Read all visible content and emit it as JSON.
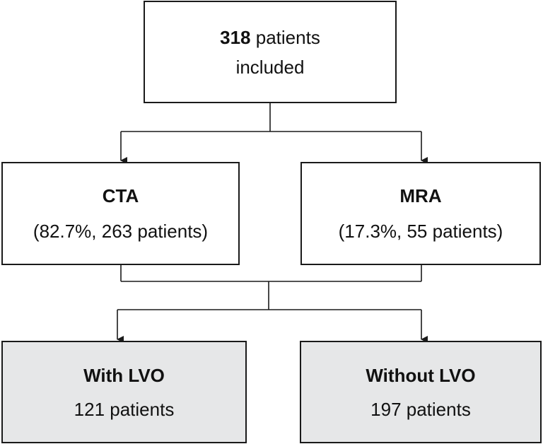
{
  "nodes": {
    "included": {
      "count": "318",
      "text_1": "patients",
      "text_2": "included"
    },
    "cta": {
      "title": "CTA",
      "detail": "(82.7%, 263 patients)"
    },
    "mra": {
      "title": "MRA",
      "detail": "(17.3%, 55 patients)"
    },
    "with_lvo": {
      "title": "With LVO",
      "detail": "121 patients"
    },
    "without_lvo": {
      "title": "Without LVO",
      "detail": "197 patients"
    }
  },
  "edges": [
    {
      "from": "included",
      "to": "cta"
    },
    {
      "from": "included",
      "to": "mra"
    },
    {
      "from": "cta",
      "to": "with_lvo"
    },
    {
      "from": "cta",
      "to": "without_lvo"
    },
    {
      "from": "mra",
      "to": "with_lvo"
    },
    {
      "from": "mra",
      "to": "without_lvo"
    }
  ],
  "colors": {
    "line": "#1a1a1a",
    "outcome_fill": "#e6e7e8",
    "box_fill": "#ffffff"
  }
}
